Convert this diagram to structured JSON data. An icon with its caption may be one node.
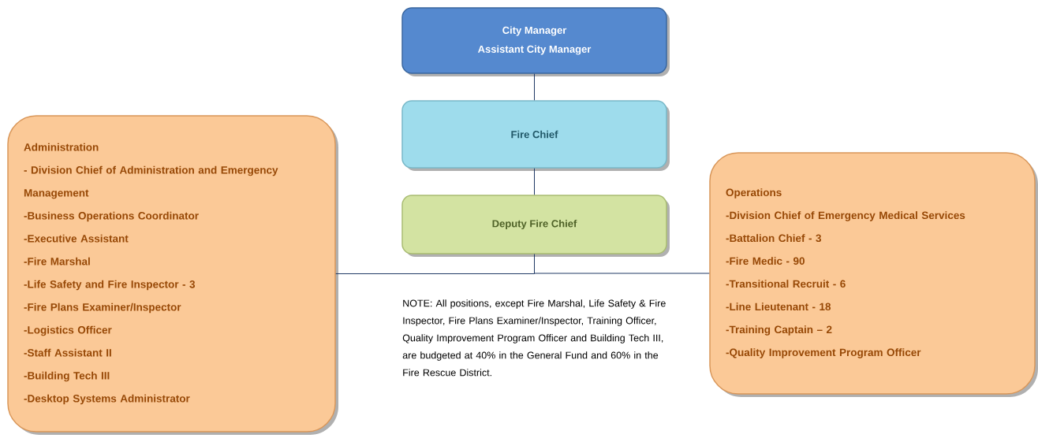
{
  "diagram": {
    "nodes": [
      {
        "text": [
          "City Manager",
          "Assistant City Manager"
        ]
      },
      {
        "text": [
          "Fire Chief"
        ]
      },
      {
        "text": [
          "Deputy Fire Chief"
        ]
      },
      {
        "text": [
          "Administration",
          "- Division Chief of Administration and Emergency Management",
          "-Business Operations Coordinator",
          "-Executive Assistant",
          "-Fire Marshal",
          "-Life Safety and Fire Inspector - 3",
          "-Fire Plans Examiner/Inspector",
          "-Logistics Officer",
          "-Staff Assistant II",
          "-Building Tech III",
          "-Desktop Systems Administrator"
        ]
      },
      {
        "text": [
          "Operations",
          "-Division Chief of Emergency Medical Services",
          "-Battalion Chief - 3",
          "-Fire Medic - 90",
          "-Transitional Recruit - 6",
          "-Line Lieutenant - 18",
          "-Training Captain – 2",
          "-Quality Improvement Program Officer"
        ]
      }
    ],
    "edges": [
      {
        "from": 0,
        "to": 1,
        "arrow": "none"
      },
      {
        "from": 1,
        "to": 2,
        "arrow": "none"
      },
      {
        "from": 2,
        "to": 3,
        "arrow": "none"
      },
      {
        "from": 2,
        "to": 4,
        "arrow": "none"
      }
    ],
    "labels": [
      "NOTE:  All positions, except Fire Marshal, Life Safety  & Fire Inspector, Fire Plans Examiner/Inspector, Training Officer, Quality Improvement Program Officer and Building Tech III, are budgeted at 40% in the General Fund and 60% in the Fire Rescue District."
    ]
  }
}
